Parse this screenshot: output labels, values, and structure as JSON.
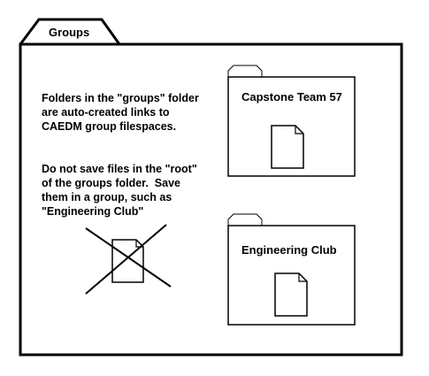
{
  "main_folder": {
    "tab_label": "Groups"
  },
  "instructions": {
    "paragraph_1": "Folders in the \"groups\" folder\nare auto-created links to\nCAEDM group filespaces.",
    "paragraph_2": "Do not save files in the \"root\"\nof the groups folder.  Save\nthem in a group, such as\n\"Engineering Club\""
  },
  "subfolders": [
    {
      "label": "Capstone Team 57",
      "icon": "folder-icon"
    },
    {
      "label": "Engineering Club",
      "icon": "folder-icon"
    }
  ],
  "icons": {
    "file": "document-icon",
    "prohibited": "crossed-out-document-icon"
  },
  "colors": {
    "stroke": "#000000",
    "background": "#ffffff"
  }
}
